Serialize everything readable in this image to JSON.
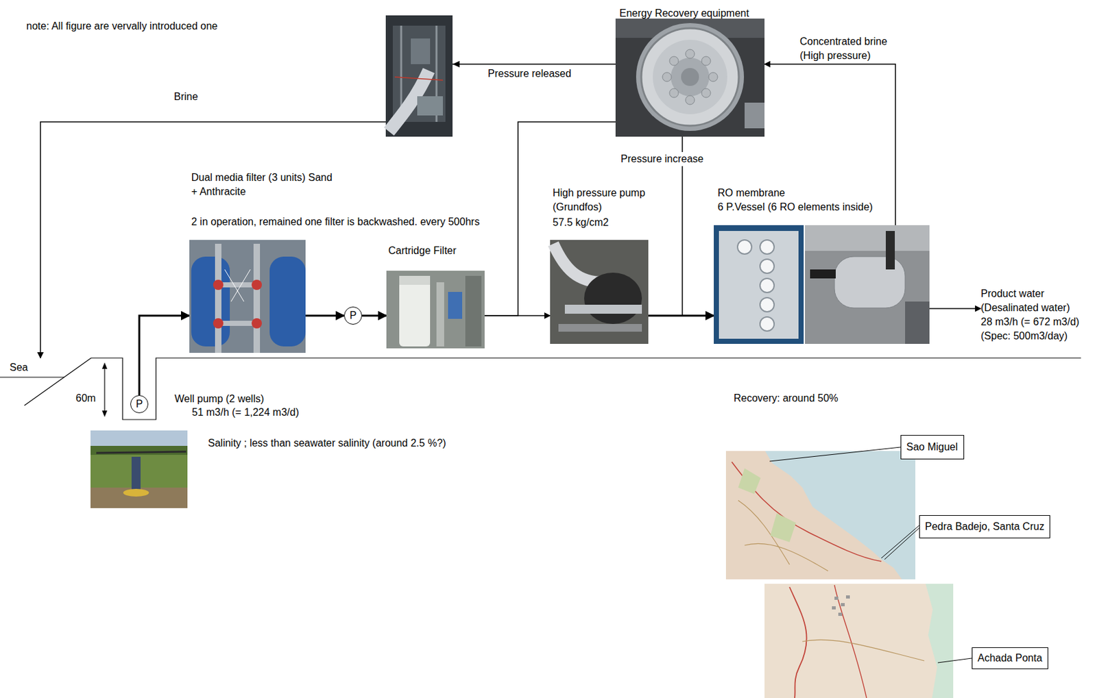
{
  "diagram": {
    "nodes": [
      {
        "text": [
          "Energy Recovery equipment"
        ]
      },
      {
        "text": [
          "Dual media filter (3 units) Sand + Anthracite",
          "2 in operation, remained one filter is backwashed. every 500hrs"
        ]
      },
      {
        "text": [
          "P"
        ]
      },
      {
        "text": [
          "Cartridge Filter"
        ]
      },
      {
        "text": [
          "High pressure pump (Grundfos)",
          "57.5 kg/cm2"
        ]
      },
      {
        "text": [
          "RO membrane",
          "6 P.Vessel (6 RO elements inside)"
        ]
      },
      {
        "text": [
          "Product water (Desalinated water)",
          "28 m3/h (= 672 m3/d)",
          "(Spec: 500m3/day)"
        ]
      },
      {
        "text": [
          "Sea"
        ]
      },
      {
        "text": [
          "P",
          "Well pump (2 wells)",
          "51 m3/h (= 1,224 m3/d)"
        ]
      },
      {
        "text": [
          "Sao Miguel"
        ]
      },
      {
        "text": [
          "Pedra Badejo, Santa Cruz"
        ]
      },
      {
        "text": [
          "Achada Ponta"
        ]
      }
    ],
    "edges": [
      {
        "from": 8,
        "to": 1,
        "arrow": "to"
      },
      {
        "from": 1,
        "to": 2,
        "arrow": "to"
      },
      {
        "from": 2,
        "to": 3,
        "arrow": "to"
      },
      {
        "from": 3,
        "to": 4,
        "arrow": "to"
      },
      {
        "from": 3,
        "to": 0,
        "arrow": "none"
      },
      {
        "from": 0,
        "to": 5,
        "label": "Pressure increase",
        "arrow": "to"
      },
      {
        "from": 4,
        "to": 5,
        "arrow": "to"
      },
      {
        "from": 5,
        "to": 0,
        "label": "Concentrated brine (High pressure)",
        "arrow": "to"
      },
      {
        "from": 5,
        "to": 6,
        "arrow": "to"
      },
      {
        "from": 0,
        "to": 7,
        "label": "Pressure released",
        "arrow": "to"
      }
    ],
    "labels": [
      "note: All figure are vervally introduced one",
      "Brine",
      "60m",
      "Salinity ; less than seawater salinity (around 2.5 %?)",
      "Recovery: around 50%"
    ]
  }
}
